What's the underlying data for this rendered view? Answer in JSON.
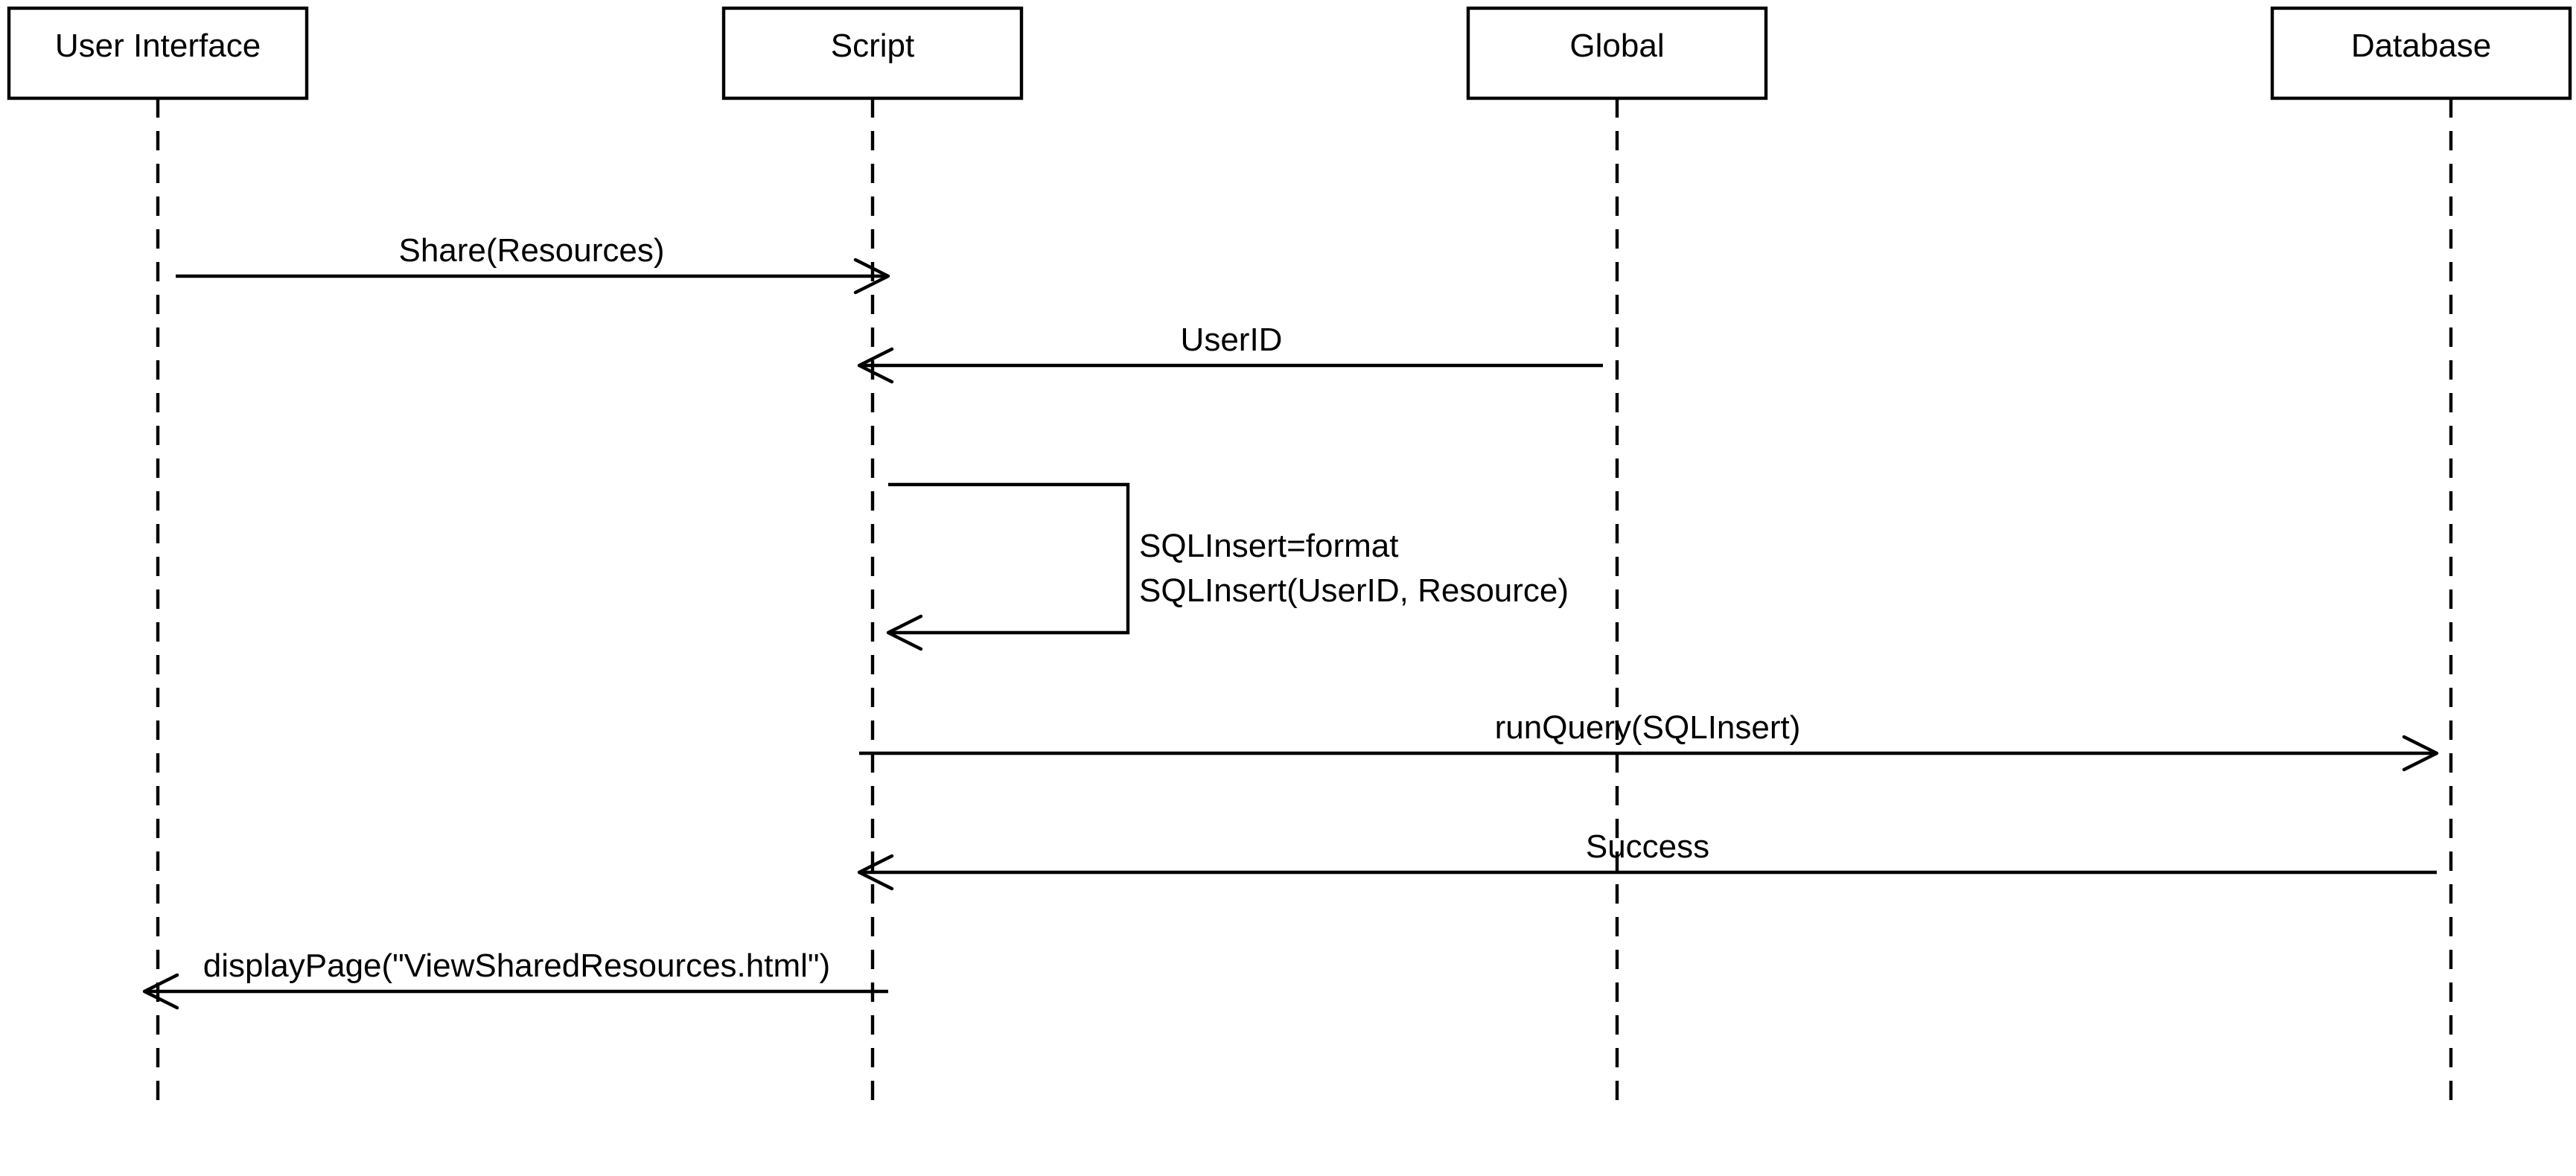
{
  "diagram": {
    "type": "sequence",
    "actors": [
      {
        "id": "ui",
        "label": "User Interface"
      },
      {
        "id": "script",
        "label": "Script"
      },
      {
        "id": "global",
        "label": "Global"
      },
      {
        "id": "db",
        "label": "Database"
      }
    ],
    "messages": [
      {
        "from": "ui",
        "to": "script",
        "label": "Share(Resources)"
      },
      {
        "from": "global",
        "to": "script",
        "label": "UserID"
      },
      {
        "from": "script",
        "to": "script",
        "self": true,
        "label_lines": [
          "SQLInsert=format",
          "SQLInsert(UserID, Resource)"
        ]
      },
      {
        "from": "script",
        "to": "db",
        "label": "runQuery(SQLInsert)"
      },
      {
        "from": "db",
        "to": "script",
        "label": "Success"
      },
      {
        "from": "script",
        "to": "ui",
        "label": "displayPage(\"ViewSharedResources.html\")"
      }
    ]
  }
}
